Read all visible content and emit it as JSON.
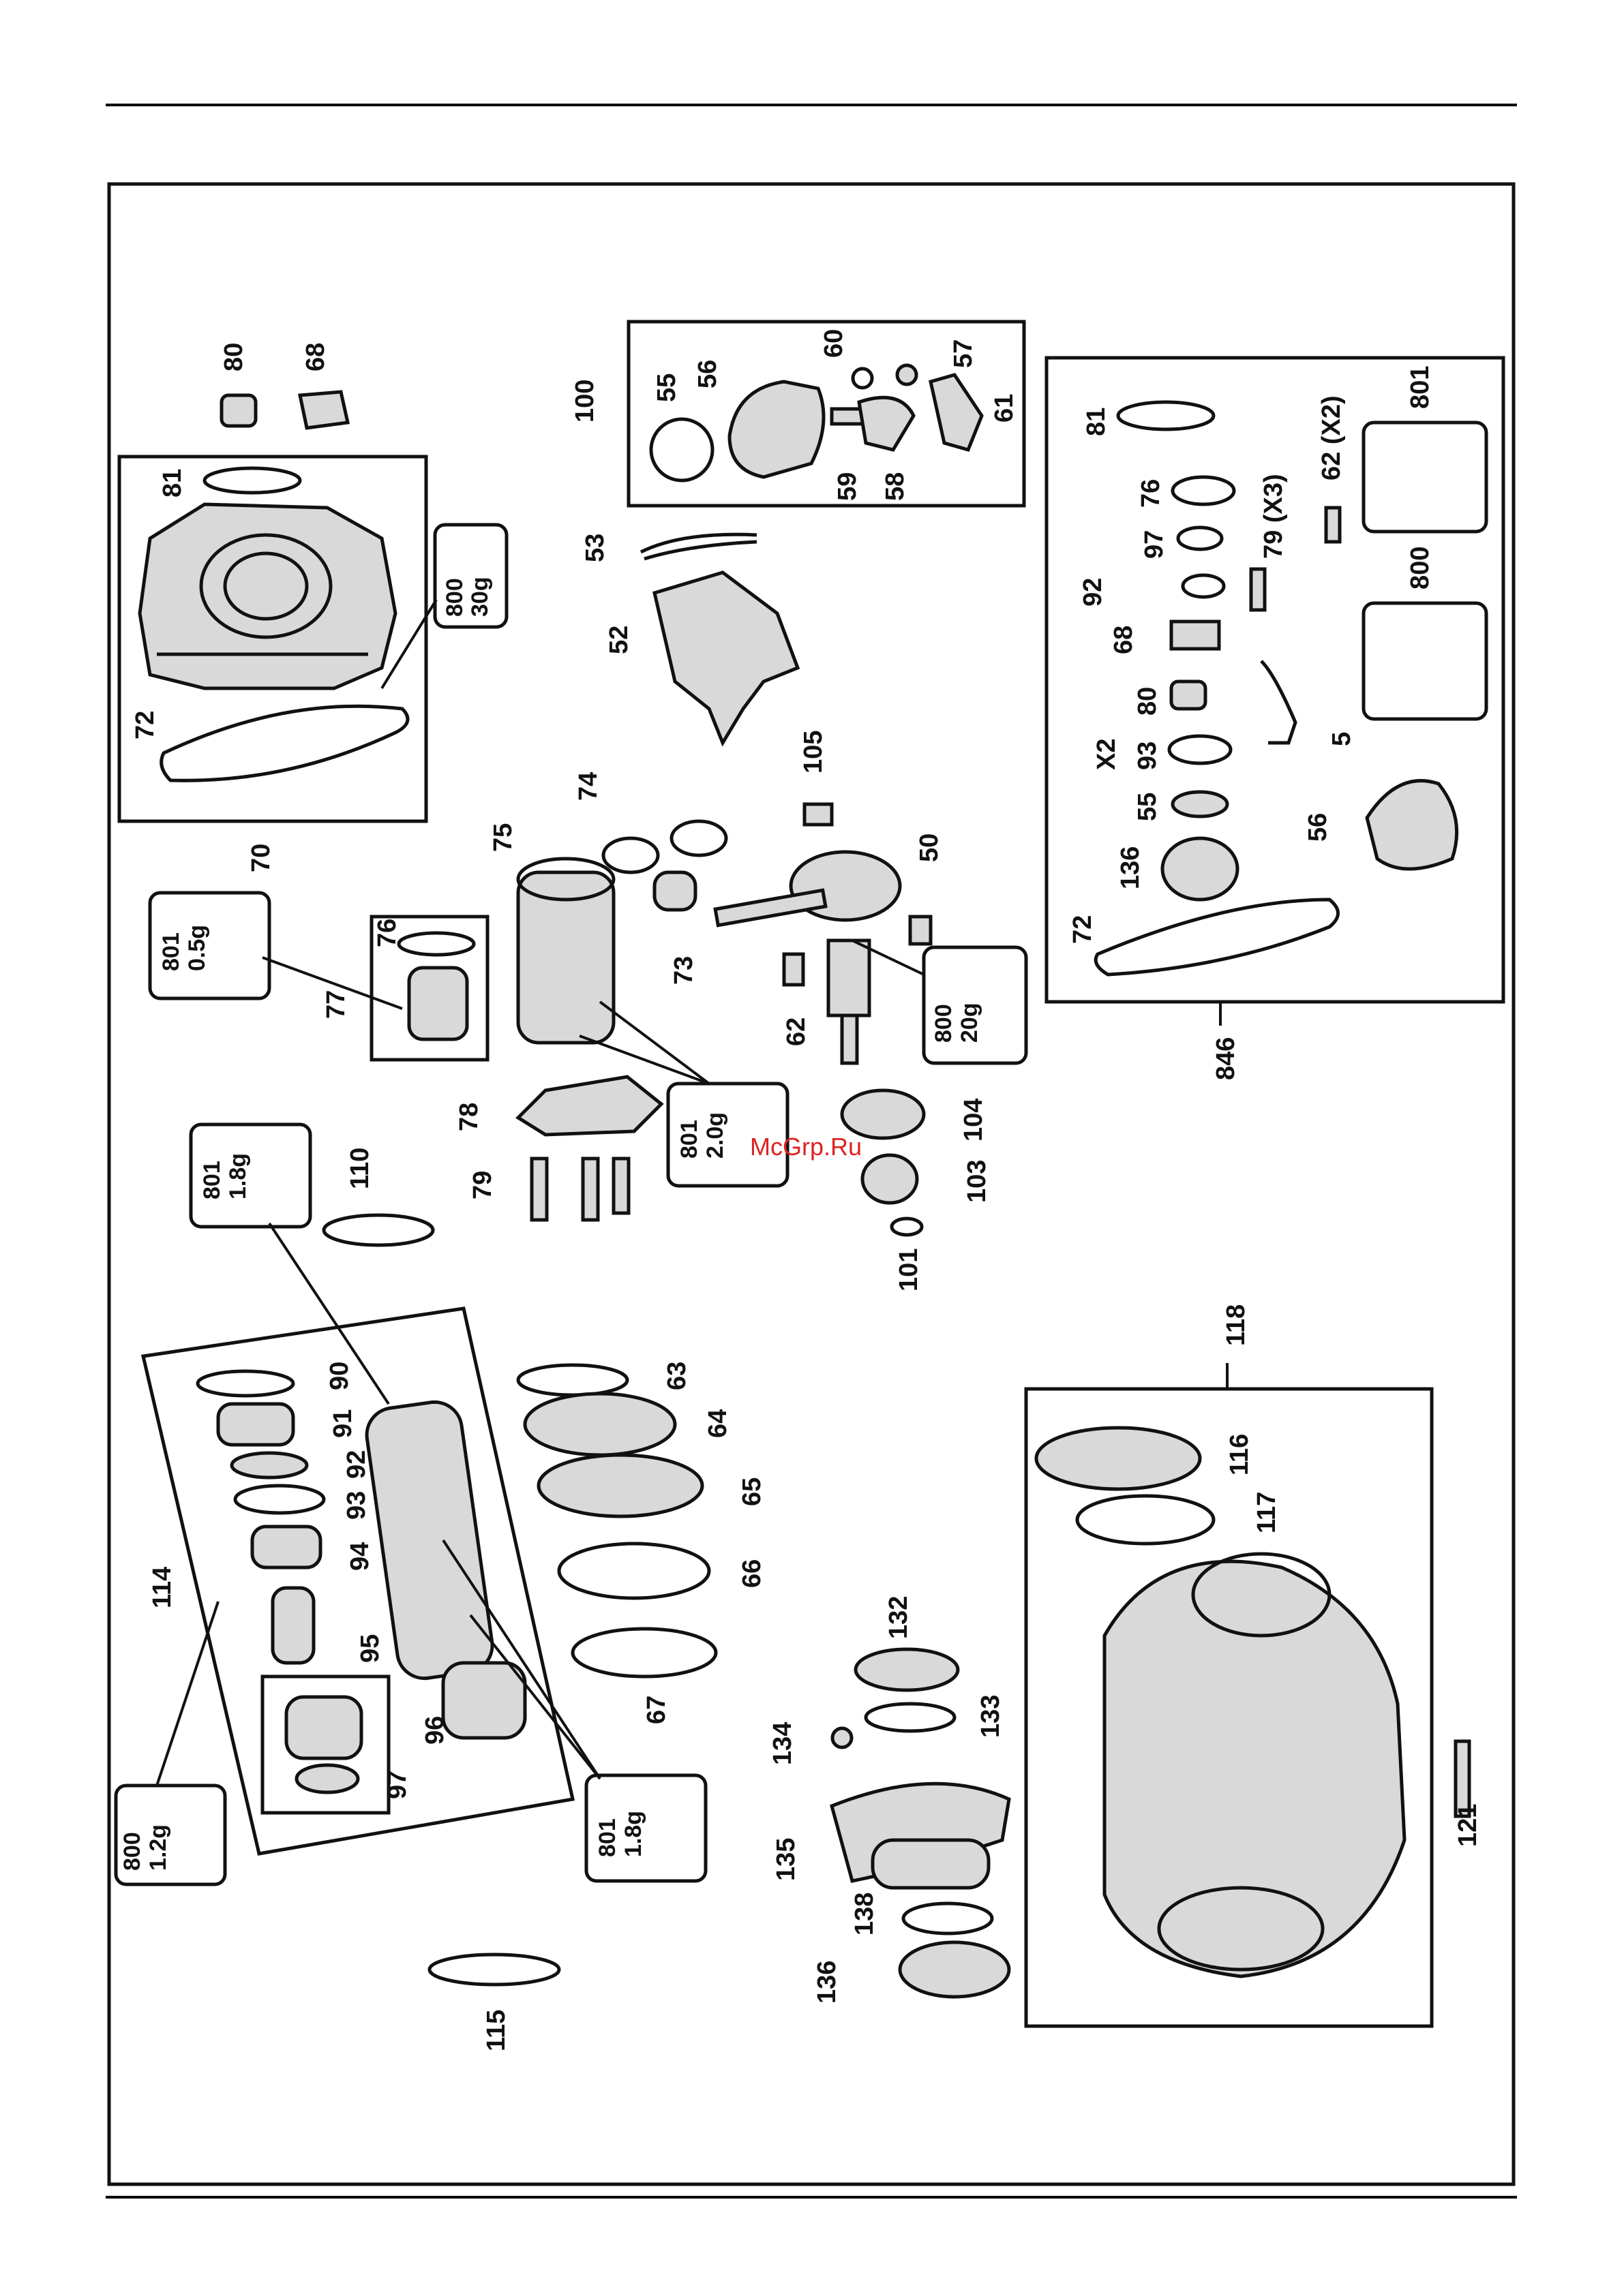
{
  "watermark": "McGrp.Ru",
  "grease": {
    "g70": {
      "code": "800",
      "amount": "30g"
    },
    "g77": {
      "code": "801",
      "amount": "0.5g"
    },
    "g110": {
      "code": "801",
      "amount": "1.8g"
    },
    "g75": {
      "code": "801",
      "amount": "2.0g"
    },
    "g50": {
      "code": "800",
      "amount": "20g"
    },
    "g114": {
      "code": "800",
      "amount": "1.2g"
    },
    "g96": {
      "code": "801",
      "amount": "1.8g"
    },
    "kit801": "801",
    "kit800": "800"
  },
  "labels": {
    "l80": "80",
    "l68": "68",
    "l81": "81",
    "l72": "72",
    "l70": "70",
    "l100": "100",
    "l55": "55",
    "l56": "56",
    "l60": "60",
    "l57": "57",
    "l59": "59",
    "l58": "58",
    "l61": "61",
    "l53": "53",
    "l52": "52",
    "l105": "105",
    "l50": "50",
    "l62": "62",
    "l74": "74",
    "l75": "75",
    "l73": "73",
    "l76": "76",
    "l77": "77",
    "l78": "78",
    "l79": "79",
    "l104": "104",
    "l103": "103",
    "l101": "101",
    "l110": "110",
    "l90": "90",
    "l91": "91",
    "l92": "92",
    "l93": "93",
    "l94": "94",
    "l95": "95",
    "l96": "96",
    "l97": "97",
    "l114": "114",
    "l115": "115",
    "l63": "63",
    "l64": "64",
    "l65": "65",
    "l66": "66",
    "l67": "67",
    "l132": "132",
    "l133": "133",
    "l134": "134",
    "l135": "135",
    "l138": "138",
    "l136": "136",
    "l118": "118",
    "l116": "116",
    "l117": "117",
    "l121": "121",
    "l846": "846",
    "k81": "81",
    "k76": "76",
    "k97": "97",
    "k79": "79 (X3)",
    "k62": "62 (X2)",
    "k92": "92",
    "k68": "68",
    "k80": "80",
    "k93": "93",
    "kx2": "X2",
    "k55": "55",
    "k136": "136",
    "k72": "72",
    "k56": "56",
    "k5": "5"
  }
}
